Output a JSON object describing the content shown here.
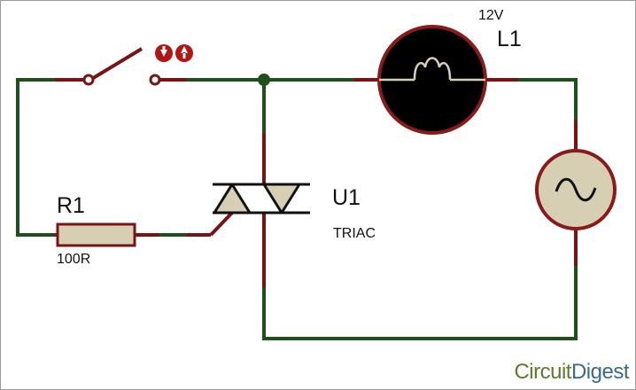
{
  "labels": {
    "lamp_voltage": "12V",
    "lamp_ref": "L1",
    "resistor_ref": "R1",
    "resistor_value": "100R",
    "triac_ref": "U1",
    "triac_type": "TRIAC"
  },
  "brand": {
    "part1": "Circuit",
    "part2": "Digest"
  },
  "colors": {
    "wire": "#1f4f1a",
    "pin": "#7a1414",
    "body_fill": "#d6cfb4",
    "lamp_fill": "#000000",
    "lamp_rim": "#8b1a1a",
    "switch_terminal": "#b31414"
  },
  "icons": [
    "lamp-filament-icon",
    "ac-source-sine-icon",
    "switch-arrow-icon"
  ]
}
